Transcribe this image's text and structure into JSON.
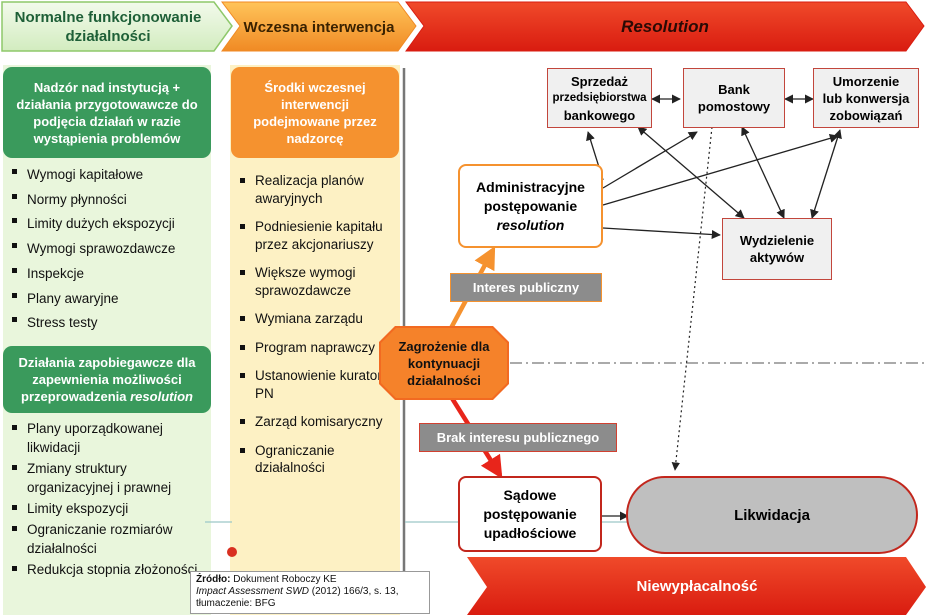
{
  "header": {
    "stage1": "Normalne funkcjonowanie działalności",
    "stage2": "Wczesna interwencja",
    "stage3": "Resolution"
  },
  "left_panel_top": {
    "title": "Nadzór nad instytucją + działania przygotowawcze do podjęcia działań w razie wystąpienia problemów",
    "items": [
      "Wymogi kapitałowe",
      "Normy płynności",
      "Limity dużych ekspozycji",
      "Wymogi sprawozdawcze",
      "Inspekcje",
      "Plany awaryjne",
      "Stress testy"
    ]
  },
  "left_panel_bottom": {
    "title_part1": "Działania zapobiegawcze dla zapewnienia możliwości przeprowadzenia",
    "title_italic": "resolution",
    "items": [
      "Plany uporządkowanej likwidacji",
      "Zmiany struktury organizacyjnej i prawnej",
      "Limity ekspozycji",
      "Ograniczanie rozmiarów działalności",
      "Redukcja stopnia złożoności"
    ]
  },
  "middle_panel": {
    "title": "Środki wczesnej interwencji podejmowane przez nadzorcę",
    "items": [
      "Realizacja planów awaryjnych",
      "Podniesienie kapitału przez akcjonariuszy",
      "Większe wymogi sprawozdawcze",
      "Wymiana zarządu",
      "Program naprawczy",
      "Ustanowienie kuratora PN",
      "Zarząd komisaryczny",
      "Ograniczanie działalności"
    ]
  },
  "resolution_tools": {
    "sale": [
      "Sprzedaż",
      "przedsiębiorstwa",
      "bankowego"
    ],
    "bridge": [
      "Bank",
      "pomostowy"
    ],
    "bailin": [
      "Umorzenie",
      "lub konwersja",
      "zobowiązań"
    ],
    "asset_sep": [
      "Wydzielenie",
      "aktywów"
    ]
  },
  "admin_proc": {
    "line1": "Administracyjne",
    "line2": "postępowanie",
    "line3": "resolution"
  },
  "threat": [
    "Zagrożenie dla",
    "kontynuacji",
    "działalności"
  ],
  "public_interest": "Interes publiczny",
  "no_public_interest": "Brak interesu publicznego",
  "court_proc": [
    "Sądowe",
    "postępowanie",
    "upadłościowe"
  ],
  "liquidation": "Likwidacja",
  "insolvency": "Niewypłacalność",
  "source": {
    "label": "Źródło:",
    "line1": "Dokument Roboczy KE",
    "line2": "Impact Assessment SWD",
    "line2b": "(2012) 166/3, s. 13,",
    "line3": "tłumaczenie: BFG"
  },
  "colors": {
    "green": "#3a9a5c",
    "orange": "#f5922f",
    "red": "#e8251b",
    "light_green": "#e9f6dc",
    "light_yellow": "#fdf1c4"
  }
}
